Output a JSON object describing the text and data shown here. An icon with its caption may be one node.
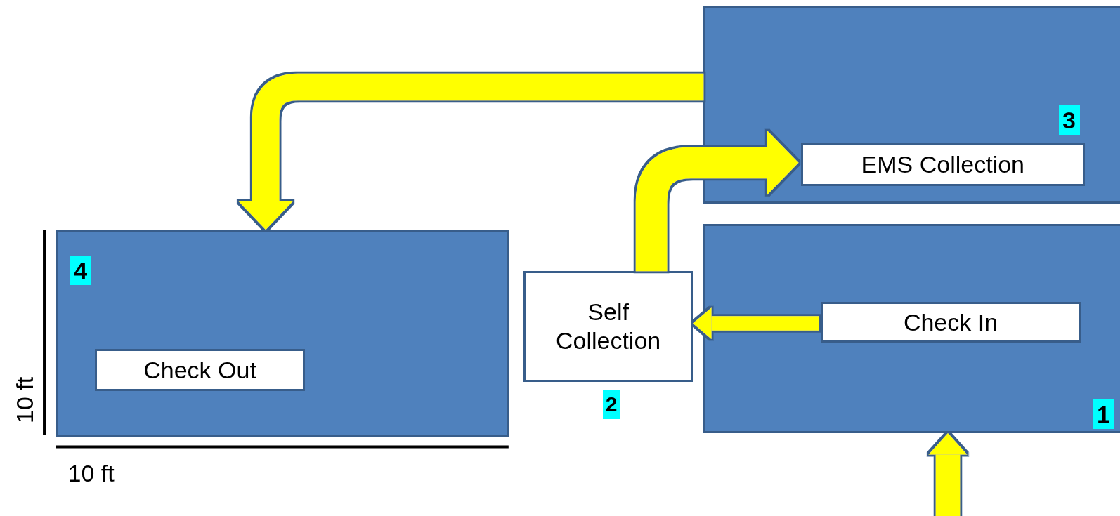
{
  "diagram": {
    "nodes": [
      {
        "text": [
          "3"
        ]
      },
      {
        "text": [
          "EMS Collection"
        ],
        "in": 0
      },
      {
        "text": [
          "4"
        ]
      },
      {
        "text": [
          "Check Out"
        ],
        "in": 2
      },
      {
        "text": [
          "Self Collection"
        ],
        "beside": [
          "2"
        ]
      },
      {
        "text": [
          "1"
        ]
      },
      {
        "text": [
          "Check In"
        ],
        "in": 5
      }
    ],
    "edges": [
      {
        "from": 0,
        "to": 2,
        "arrow": "to"
      },
      {
        "from": 4,
        "to": 1,
        "arrow": "to"
      },
      {
        "from": 6,
        "to": 4,
        "arrow": "to"
      },
      {
        "from": null,
        "to": 5,
        "arrow": "to"
      }
    ],
    "labels": [
      "10 ft",
      "10 ft"
    ]
  }
}
